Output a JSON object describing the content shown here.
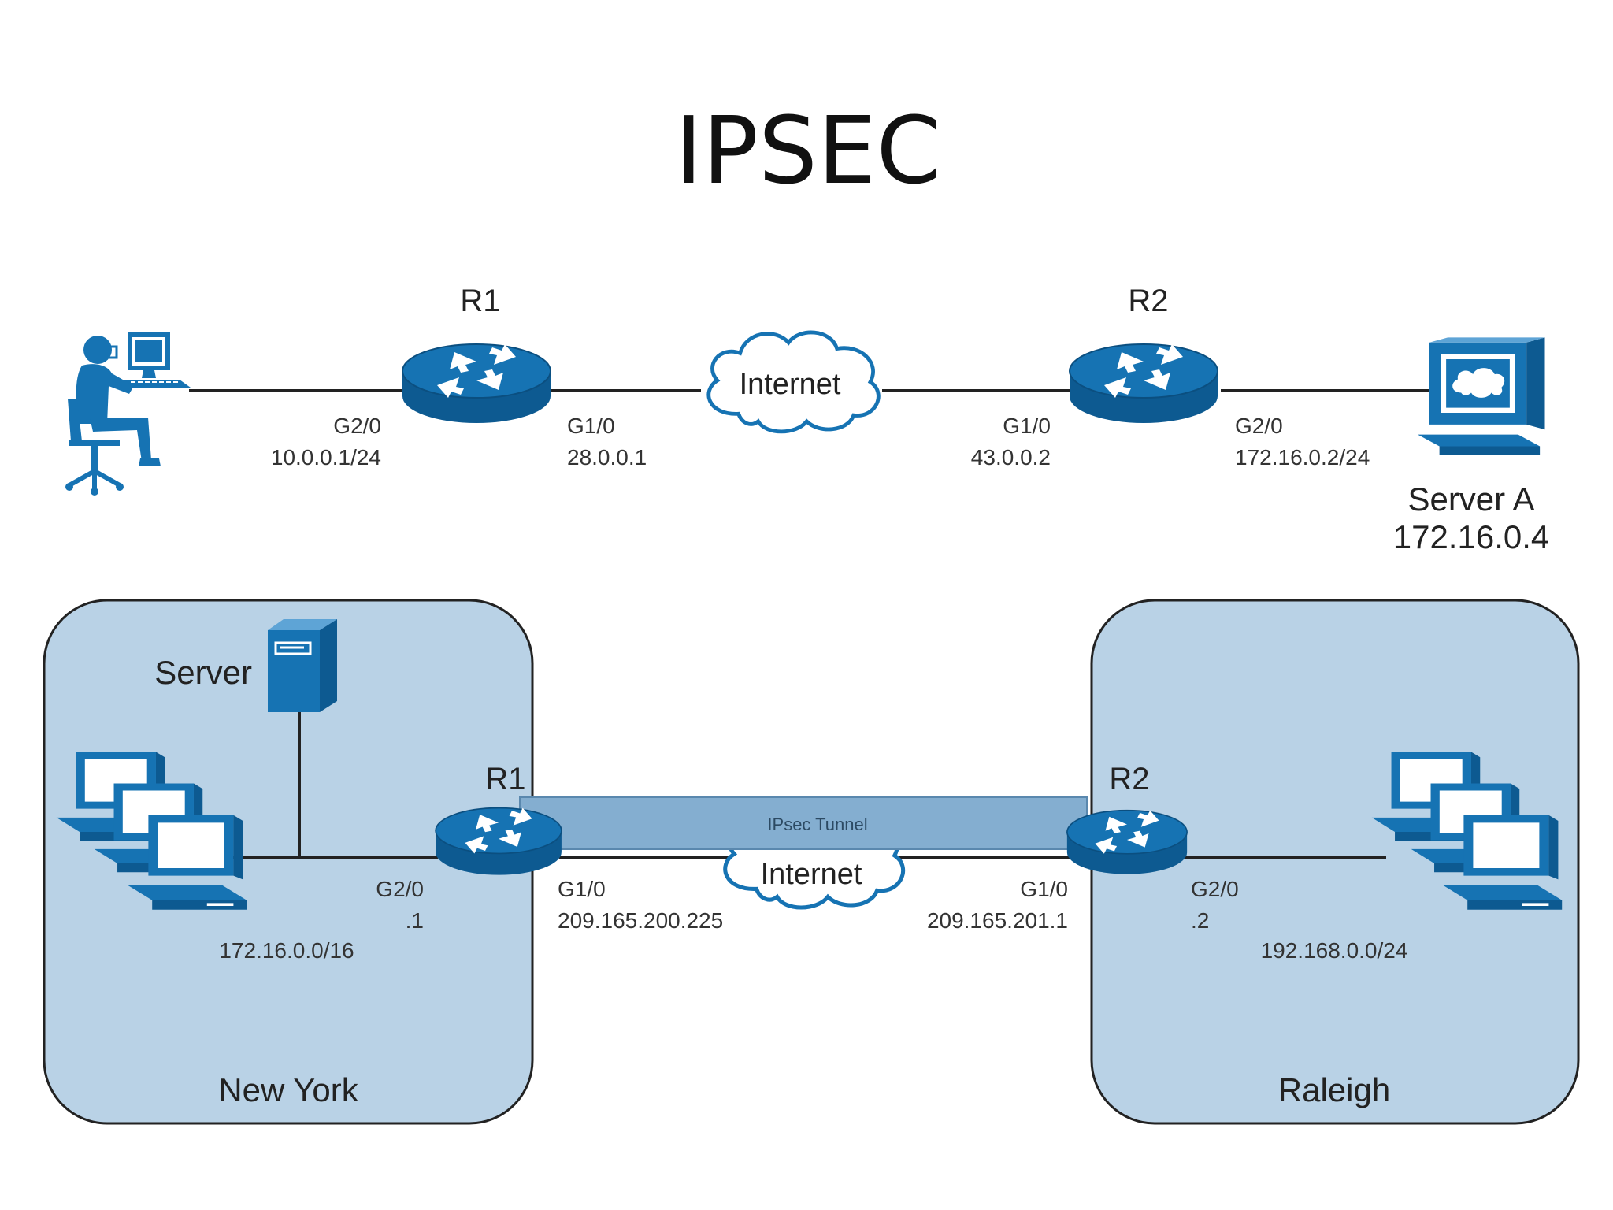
{
  "title": "IPSEC",
  "top": {
    "r1": {
      "name": "R1",
      "left_port": "G2/0",
      "left_ip": "10.0.0.1/24",
      "right_port": "G1/0",
      "right_ip": "28.0.0.1"
    },
    "cloud": "Internet",
    "r2": {
      "name": "R2",
      "left_port": "G1/0",
      "left_ip": "43.0.0.2",
      "right_port": "G2/0",
      "right_ip": "172.16.0.2/24"
    },
    "server": {
      "name": "Server A",
      "ip": "172.16.0.4"
    },
    "icons": {
      "user": "user-at-workstation-icon",
      "router": "router-icon",
      "server": "web-server-icon"
    }
  },
  "bottom": {
    "left_site": {
      "name": "New York",
      "server_label": "Server",
      "subnet": "172.16.0.0/16"
    },
    "right_site": {
      "name": "Raleigh",
      "subnet": "192.168.0.0/24"
    },
    "r1": {
      "name": "R1",
      "lan_port": "G2/0",
      "lan_ip": ".1",
      "wan_port": "G1/0",
      "wan_ip": "209.165.200.225"
    },
    "r2": {
      "name": "R2",
      "lan_port": "G2/0",
      "lan_ip": ".2",
      "wan_port": "G1/0",
      "wan_ip": "209.165.201.1"
    },
    "cloud": "Internet",
    "tunnel": "IPsec Tunnel"
  },
  "colors": {
    "router_blue": "#1673b3",
    "router_dark": "#0d5a91",
    "site_fill": "#b9d2e6",
    "tunnel_fill": "#84aed0"
  }
}
